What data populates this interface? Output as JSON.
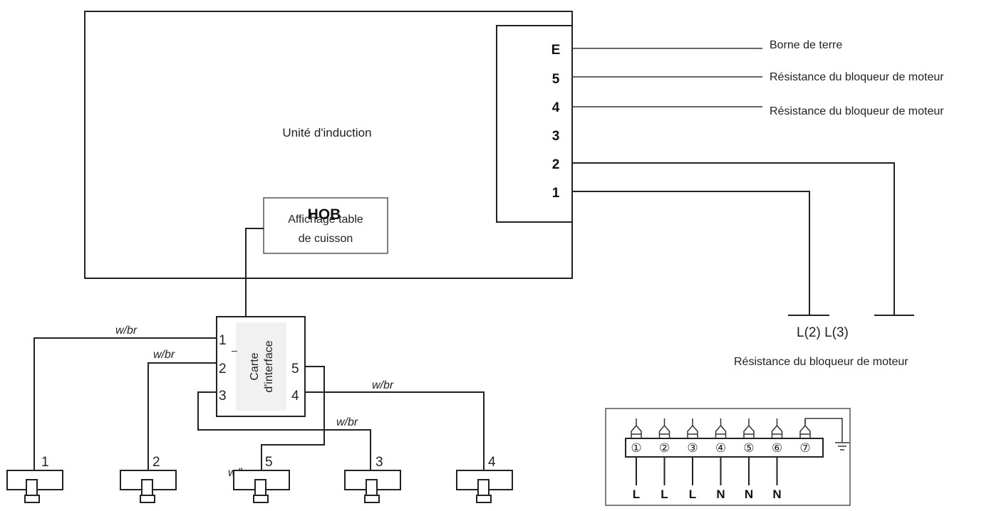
{
  "induction_unit": {
    "label": "Unité d'induction"
  },
  "hob_display": {
    "overlay": "HOB",
    "line1": "Affichage table",
    "line2": "de cuisson"
  },
  "terminal_block": {
    "pins": [
      "E",
      "5",
      "4",
      "3",
      "2",
      "1"
    ]
  },
  "outputs": {
    "earth": "Borne de terre",
    "pin5": "Résistance du bloqueur de moteur",
    "pin4": "Résistance du bloqueur de moteur"
  },
  "supply": {
    "label": "L(2) L(3)",
    "caption": "Résistance du bloqueur de moteur"
  },
  "interface_card": {
    "line1": "Carte",
    "line2": "d'interface",
    "dash": "–",
    "left_pins": [
      "1",
      "2",
      "3"
    ],
    "right_pins": [
      "5",
      "4"
    ]
  },
  "wire_label": "w/br",
  "coils": [
    "1",
    "2",
    "5",
    "3",
    "4"
  ],
  "connector": {
    "terminals": [
      "①",
      "②",
      "③",
      "④",
      "⑤",
      "⑥",
      "⑦"
    ],
    "phases": [
      "L",
      "L",
      "L",
      "N",
      "N",
      "N"
    ]
  }
}
